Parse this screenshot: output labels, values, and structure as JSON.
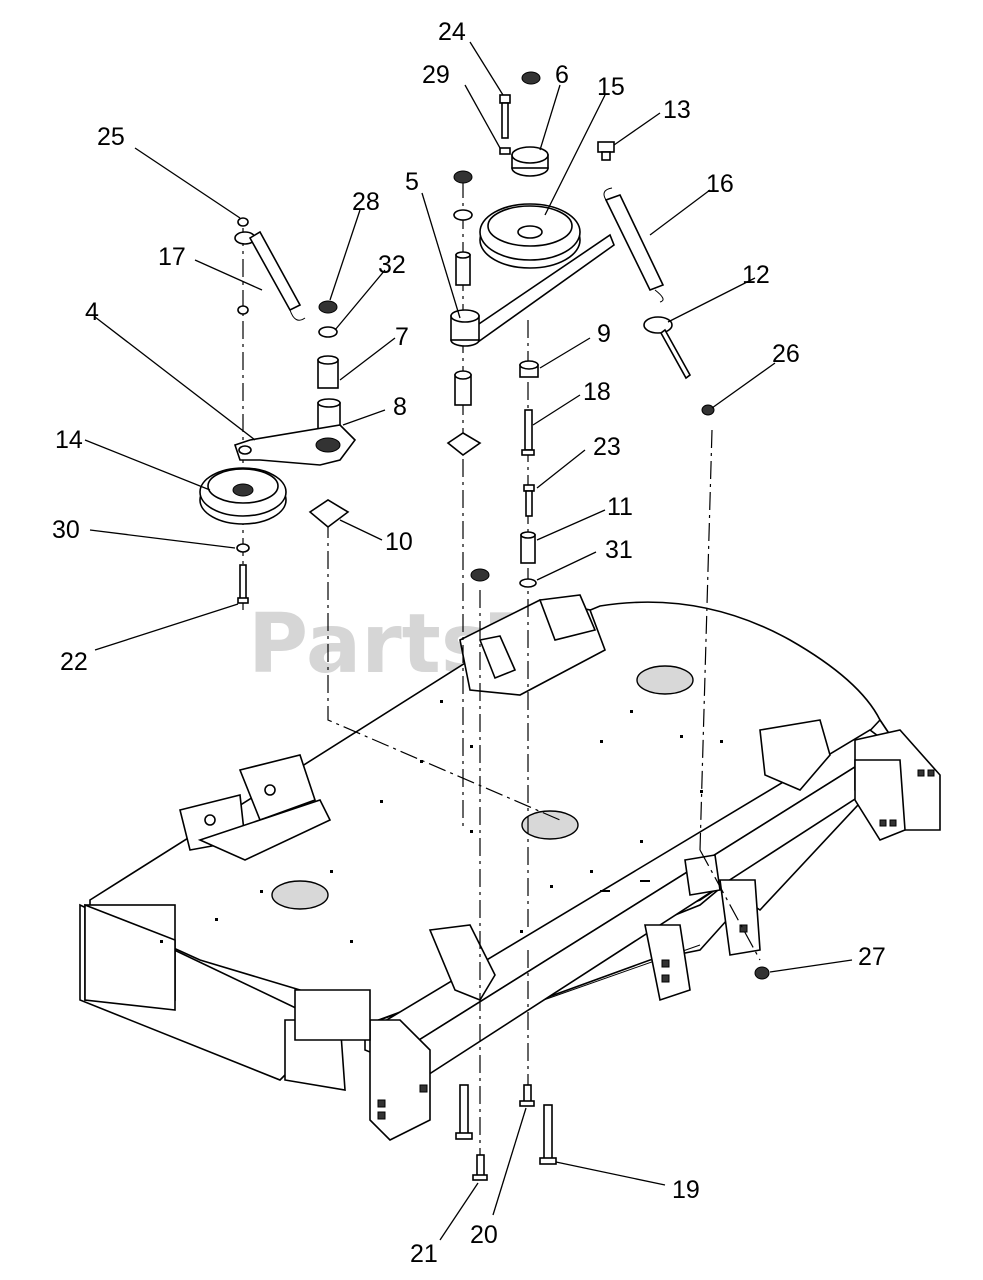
{
  "watermark": "PartsTree",
  "callouts": [
    {
      "id": "c24",
      "label": "24"
    },
    {
      "id": "c29",
      "label": "29"
    },
    {
      "id": "c6",
      "label": "6"
    },
    {
      "id": "c15",
      "label": "15"
    },
    {
      "id": "c13",
      "label": "13"
    },
    {
      "id": "c25",
      "label": "25"
    },
    {
      "id": "c5",
      "label": "5"
    },
    {
      "id": "c16",
      "label": "16"
    },
    {
      "id": "c28",
      "label": "28"
    },
    {
      "id": "c17",
      "label": "17"
    },
    {
      "id": "c32",
      "label": "32"
    },
    {
      "id": "c12",
      "label": "12"
    },
    {
      "id": "c4",
      "label": "4"
    },
    {
      "id": "c7",
      "label": "7"
    },
    {
      "id": "c9",
      "label": "9"
    },
    {
      "id": "c26",
      "label": "26"
    },
    {
      "id": "c18",
      "label": "18"
    },
    {
      "id": "c8",
      "label": "8"
    },
    {
      "id": "c14",
      "label": "14"
    },
    {
      "id": "c23",
      "label": "23"
    },
    {
      "id": "c11",
      "label": "11"
    },
    {
      "id": "c30",
      "label": "30"
    },
    {
      "id": "c10",
      "label": "10"
    },
    {
      "id": "c31",
      "label": "31"
    },
    {
      "id": "c22",
      "label": "22"
    },
    {
      "id": "c27",
      "label": "27"
    },
    {
      "id": "c19",
      "label": "19"
    },
    {
      "id": "c20",
      "label": "20"
    },
    {
      "id": "c21",
      "label": "21"
    }
  ]
}
